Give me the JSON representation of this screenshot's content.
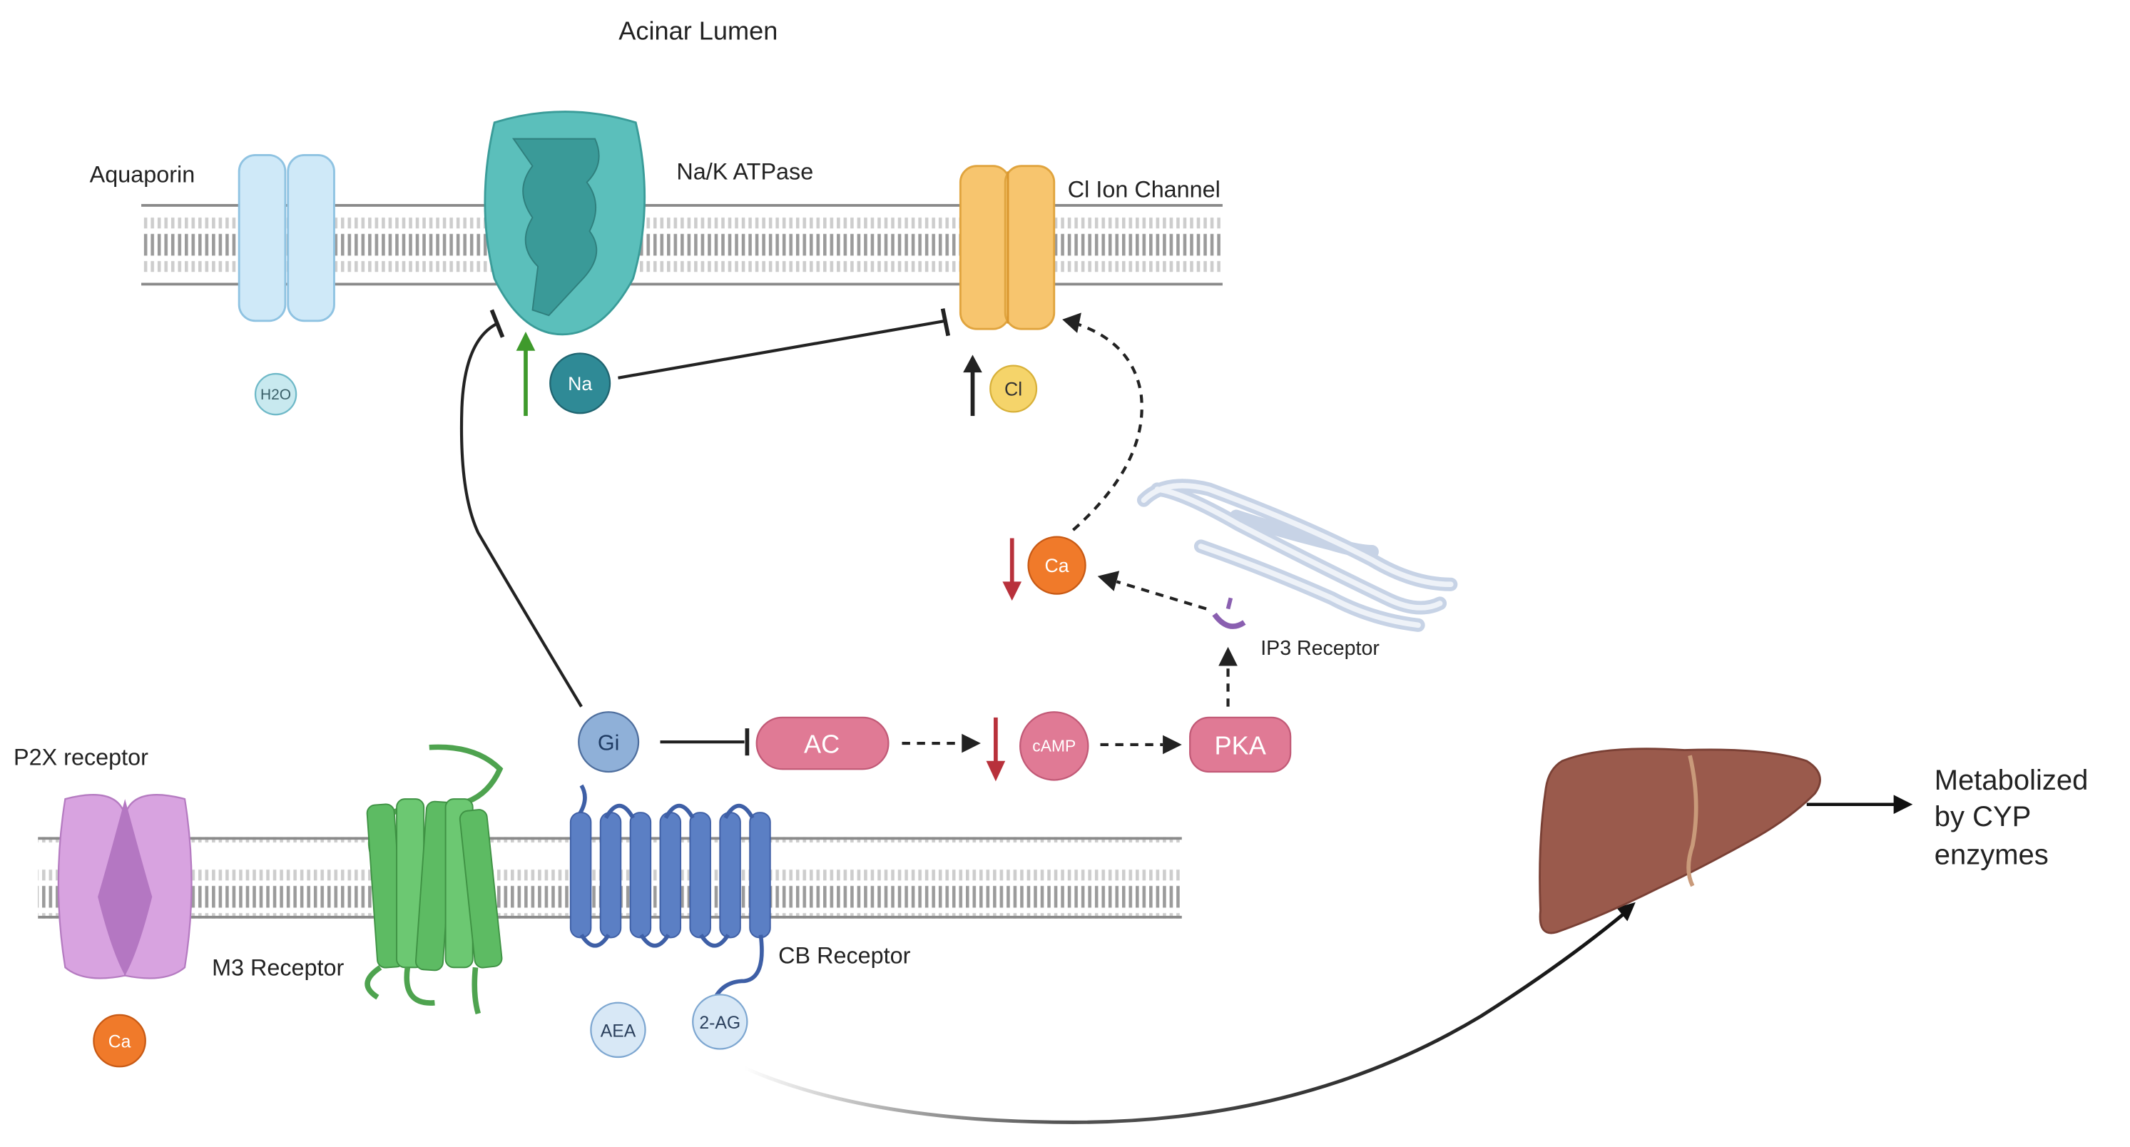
{
  "labels": {
    "acinar_lumen": "Acinar Lumen",
    "aquaporin": "Aquaporin",
    "na_k_atpase": "Na/K ATPase",
    "cl_ion_channel": "Cl Ion Channel",
    "p2x_receptor": "P2X receptor",
    "m3_receptor": "M3 Receptor",
    "cb_receptor": "CB Receptor",
    "ip3_receptor": "IP3 Receptor",
    "metabolized_line1": "Metabolized",
    "metabolized_line2": "by CYP",
    "metabolized_line3": "enzymes"
  },
  "molecules": {
    "h2o": "H2O",
    "na": "Na",
    "cl": "Cl",
    "ca_cytosol": "Ca",
    "ca_p2x": "Ca",
    "gi": "Gi",
    "ac": "AC",
    "camp": "cAMP",
    "pka": "PKA",
    "aea": "AEA",
    "two_ag": "2-AG"
  },
  "colors": {
    "membrane": "#8a8a8a",
    "aquaporin": "#cfe9f8",
    "na_k_atpase": "#5bbfbb",
    "cl_channel": "#f7c56e",
    "p2x": "#d8a3e0",
    "m3": "#5dbb63",
    "cb_receptor": "#5b7fc4",
    "gi": "#8fb0d8",
    "signal_pink": "#e07a95",
    "ca_orange": "#f07a2a",
    "na_teal": "#2f8a96",
    "cl_yellow": "#f5d46a",
    "liver": "#9a5a4c",
    "er": "#c7d3e6",
    "up_arrow_green": "#3f9a2c",
    "down_arrow_red": "#b8313b"
  }
}
